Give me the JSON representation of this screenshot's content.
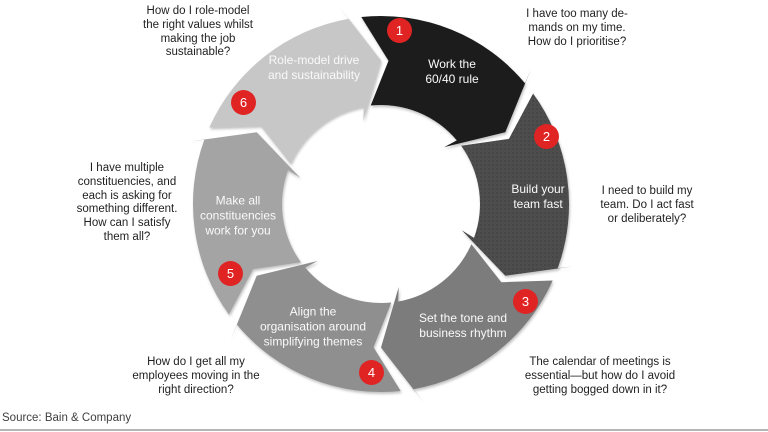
{
  "colors": {
    "badge": "#e02424",
    "label_text": "#fafafa",
    "question_text": "#1f1f1f",
    "source_text": "#404040",
    "bottom_rule": "#b5b5b5"
  },
  "source": "Source: Bain & Company",
  "diagram": {
    "type": "cycle",
    "direction": "clockwise",
    "steps": [
      {
        "number": "1",
        "color": "#1e1e1e",
        "texture": "solid",
        "label": "Work the\n60/40 rule",
        "question": "I have too many de-\nmands on my time.\nHow do I prioritise?"
      },
      {
        "number": "2",
        "color": "#4e4e4e",
        "texture": "dots",
        "label": "Build your\nteam fast",
        "question": "I need to build my\nteam. Do I act fast\nor deliberately?"
      },
      {
        "number": "3",
        "color": "#7b7b7b",
        "texture": "solid",
        "label": "Set the tone and\nbusiness rhythm",
        "question": "The calendar of meetings is\nessential—but how do I avoid\ngetting bogged down in it?"
      },
      {
        "number": "4",
        "color": "#8f8f8f",
        "texture": "solid",
        "label": "Align the\norganisation around\nsimplifying themes",
        "question": "How do I get all my\nemployees moving in the\nright direction?"
      },
      {
        "number": "5",
        "color": "#a4a4a4",
        "texture": "solid",
        "label": "Make all\nconstituencies\nwork for you",
        "question": "I have multiple\nconstituencies, and\neach is asking for\nsomething different.\nHow can I satisfy\nthem all?"
      },
      {
        "number": "6",
        "color": "#c7c7c7",
        "texture": "solid",
        "label": "Role-model drive\nand sustainability",
        "question": "How do I role-model\nthe right values whilst\nmaking the job\nsustainable?"
      }
    ]
  }
}
